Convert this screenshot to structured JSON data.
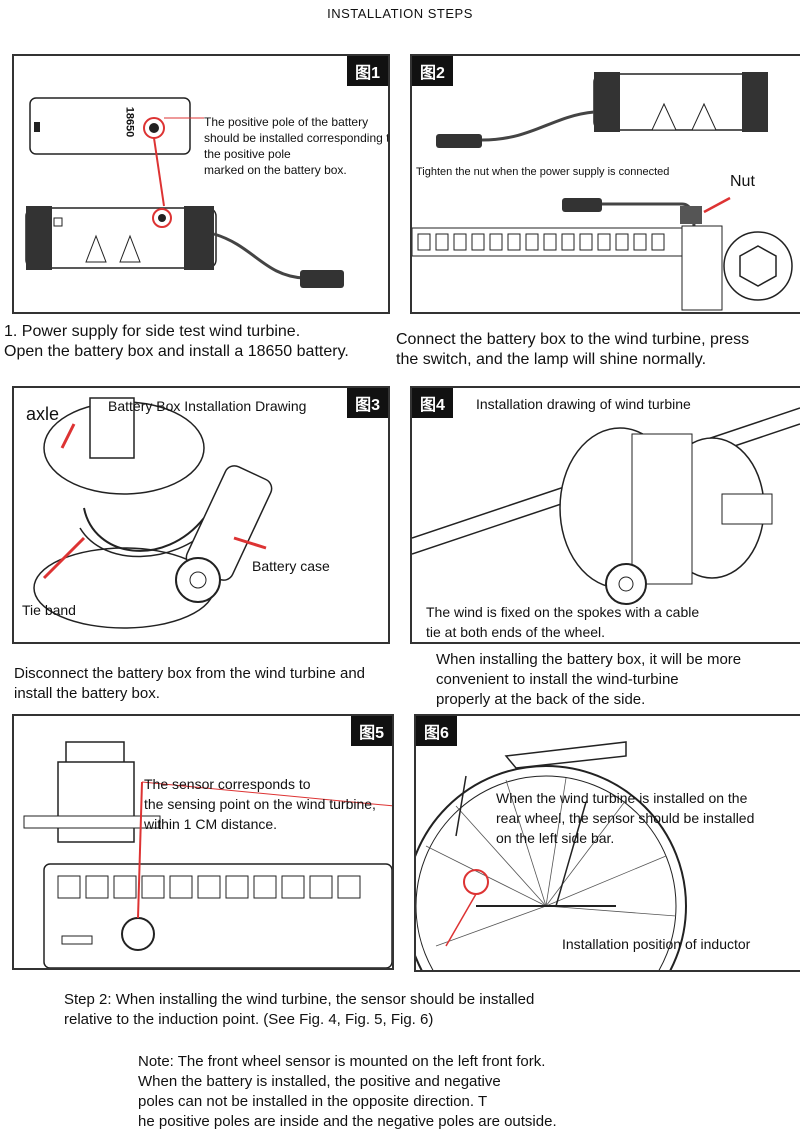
{
  "title": "INSTALLATION STEPS",
  "colors": {
    "accent_red": "#e03030",
    "panel_border": "#333333"
  },
  "fig1": {
    "tag": "图1",
    "battery_label": "18650",
    "note_lines": [
      "The positive pole of the battery",
      "should be installed corresponding to",
      "the positive pole",
      "marked on the battery box."
    ]
  },
  "fig2": {
    "tag": "图2",
    "note": "Tighten the nut when the power supply is connected",
    "nut_label": "Nut"
  },
  "caption1": {
    "line1": "1. Power supply for side test wind turbine.",
    "line2": "Open the battery box and install a 18650 battery."
  },
  "caption2": {
    "line1": "Connect the battery box to the wind turbine, press",
    "line2": "the switch, and the lamp will shine normally."
  },
  "fig3": {
    "tag": "图3",
    "title": "Battery Box Installation Drawing",
    "axle": "axle",
    "battery_case": "Battery case",
    "tie_band": "Tie band"
  },
  "fig4": {
    "tag": "图4",
    "title": "Installation drawing of wind turbine",
    "bottom_lines": [
      "The wind is fixed on the spokes with a cable",
      "tie at both ends of the wheel."
    ]
  },
  "caption3": {
    "line1": "Disconnect the battery box from the wind turbine and",
    "line2": "install the battery box."
  },
  "caption4": {
    "line1": "When installing the battery box, it will be more",
    "line2": "convenient to install the wind-turbine",
    "line3": "properly at the back of the side."
  },
  "fig5": {
    "tag": "图5",
    "lines": [
      "The sensor corresponds to",
      "the sensing point on the wind turbine,",
      "within 1 CM distance."
    ]
  },
  "fig6": {
    "tag": "图6",
    "lines": [
      "When the wind turbine is installed on the",
      "rear wheel, the sensor should be installed",
      "on the left side bar."
    ],
    "bottom": "Installation position of inductor"
  },
  "step2": {
    "line1": "Step 2: When installing the wind turbine, the sensor should be installed",
    "line2": "relative to the induction point. (See Fig. 4, Fig. 5, Fig. 6)"
  },
  "note": {
    "lines": [
      "Note: The front wheel sensor is mounted on the left front fork.",
      "When the battery is installed, the positive and negative",
      "poles can not be installed in the opposite direction. T",
      "he positive poles are inside and the negative poles are outside."
    ]
  }
}
